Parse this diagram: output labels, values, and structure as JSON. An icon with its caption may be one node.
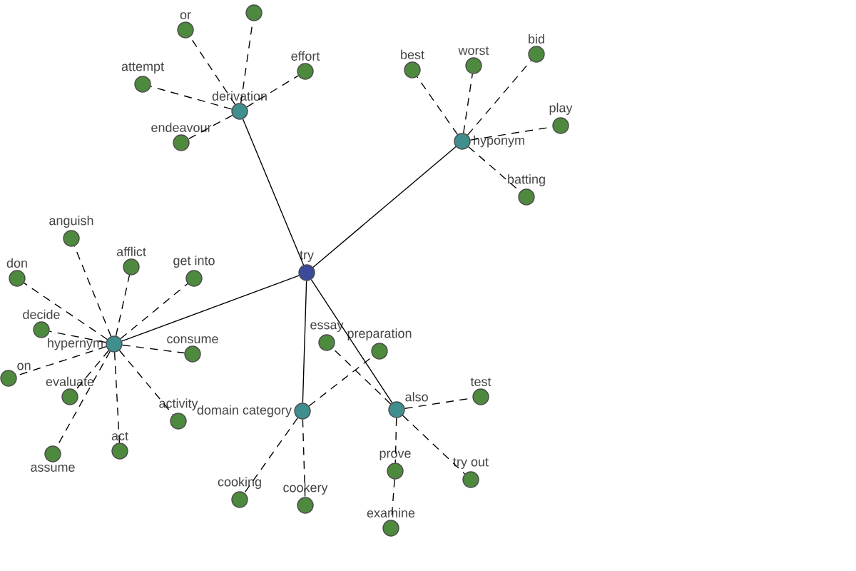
{
  "diagram": {
    "nodes": [
      {
        "text": [],
        "shape": "circle"
      },
      {
        "text": [
          "or"
        ]
      },
      {
        "text": [
          "attempt"
        ]
      },
      {
        "text": [
          "effort"
        ]
      },
      {
        "text": [
          "derivation"
        ]
      },
      {
        "text": [
          "endeavour"
        ]
      },
      {
        "text": [
          "best"
        ]
      },
      {
        "text": [
          "worst"
        ]
      },
      {
        "text": [
          "bid"
        ]
      },
      {
        "text": [
          "play"
        ]
      },
      {
        "text": [
          "hyponym"
        ]
      },
      {
        "text": [
          "batting"
        ]
      },
      {
        "text": [
          "try"
        ]
      },
      {
        "text": [
          "anguish"
        ]
      },
      {
        "text": [
          "afflict"
        ]
      },
      {
        "text": [
          "don"
        ]
      },
      {
        "text": [
          "get into"
        ]
      },
      {
        "text": [
          "decide"
        ]
      },
      {
        "text": [
          "hypernym"
        ]
      },
      {
        "text": [
          "consume"
        ]
      },
      {
        "text": [
          "on"
        ]
      },
      {
        "text": [
          "evaluate"
        ]
      },
      {
        "text": [
          "activity"
        ]
      },
      {
        "text": [
          "assume"
        ]
      },
      {
        "text": [
          "act"
        ]
      },
      {
        "text": [
          "essay"
        ]
      },
      {
        "text": [
          "preparation"
        ]
      },
      {
        "text": [
          "domain category"
        ]
      },
      {
        "text": [
          "also"
        ]
      },
      {
        "text": [
          "test"
        ]
      },
      {
        "text": [
          "prove"
        ]
      },
      {
        "text": [
          "try out"
        ]
      },
      {
        "text": [
          "cooking"
        ]
      },
      {
        "text": [
          "cookery"
        ]
      },
      {
        "text": [
          "examine"
        ]
      }
    ],
    "edges": [
      {
        "from": 12,
        "to": 4,
        "arrow": "none"
      },
      {
        "from": 12,
        "to": 10,
        "arrow": "none"
      },
      {
        "from": 12,
        "to": 18,
        "arrow": "none"
      },
      {
        "from": 12,
        "to": 27,
        "arrow": "none"
      },
      {
        "from": 12,
        "to": 28,
        "arrow": "none"
      },
      {
        "from": 4,
        "to": 0,
        "arrow": "none",
        "style": "dashed"
      },
      {
        "from": 4,
        "to": 1,
        "arrow": "none",
        "style": "dashed"
      },
      {
        "from": 4,
        "to": 2,
        "arrow": "none",
        "style": "dashed"
      },
      {
        "from": 4,
        "to": 3,
        "arrow": "none",
        "style": "dashed"
      },
      {
        "from": 4,
        "to": 5,
        "arrow": "none",
        "style": "dashed"
      },
      {
        "from": 10,
        "to": 6,
        "arrow": "none",
        "style": "dashed"
      },
      {
        "from": 10,
        "to": 7,
        "arrow": "none",
        "style": "dashed"
      },
      {
        "from": 10,
        "to": 8,
        "arrow": "none",
        "style": "dashed"
      },
      {
        "from": 10,
        "to": 9,
        "arrow": "none",
        "style": "dashed"
      },
      {
        "from": 10,
        "to": 11,
        "arrow": "none",
        "style": "dashed"
      },
      {
        "from": 18,
        "to": 13,
        "arrow": "none",
        "style": "dashed"
      },
      {
        "from": 18,
        "to": 14,
        "arrow": "none",
        "style": "dashed"
      },
      {
        "from": 18,
        "to": 15,
        "arrow": "none",
        "style": "dashed"
      },
      {
        "from": 18,
        "to": 16,
        "arrow": "none",
        "style": "dashed"
      },
      {
        "from": 18,
        "to": 17,
        "arrow": "none",
        "style": "dashed"
      },
      {
        "from": 18,
        "to": 19,
        "arrow": "none",
        "style": "dashed"
      },
      {
        "from": 18,
        "to": 20,
        "arrow": "none",
        "style": "dashed"
      },
      {
        "from": 18,
        "to": 21,
        "arrow": "none",
        "style": "dashed"
      },
      {
        "from": 18,
        "to": 22,
        "arrow": "none",
        "style": "dashed"
      },
      {
        "from": 18,
        "to": 23,
        "arrow": "none",
        "style": "dashed"
      },
      {
        "from": 18,
        "to": 24,
        "arrow": "none",
        "style": "dashed"
      },
      {
        "from": 27,
        "to": 26,
        "arrow": "none",
        "style": "dashed"
      },
      {
        "from": 27,
        "to": 32,
        "arrow": "none",
        "style": "dashed"
      },
      {
        "from": 27,
        "to": 33,
        "arrow": "none",
        "style": "dashed"
      },
      {
        "from": 28,
        "to": 25,
        "arrow": "none",
        "style": "dashed"
      },
      {
        "from": 28,
        "to": 29,
        "arrow": "none",
        "style": "dashed"
      },
      {
        "from": 28,
        "to": 30,
        "arrow": "none",
        "style": "dashed"
      },
      {
        "from": 28,
        "to": 31,
        "arrow": "none",
        "style": "dashed"
      },
      {
        "from": 30,
        "to": 34,
        "arrow": "none",
        "style": "dashed"
      }
    ]
  }
}
